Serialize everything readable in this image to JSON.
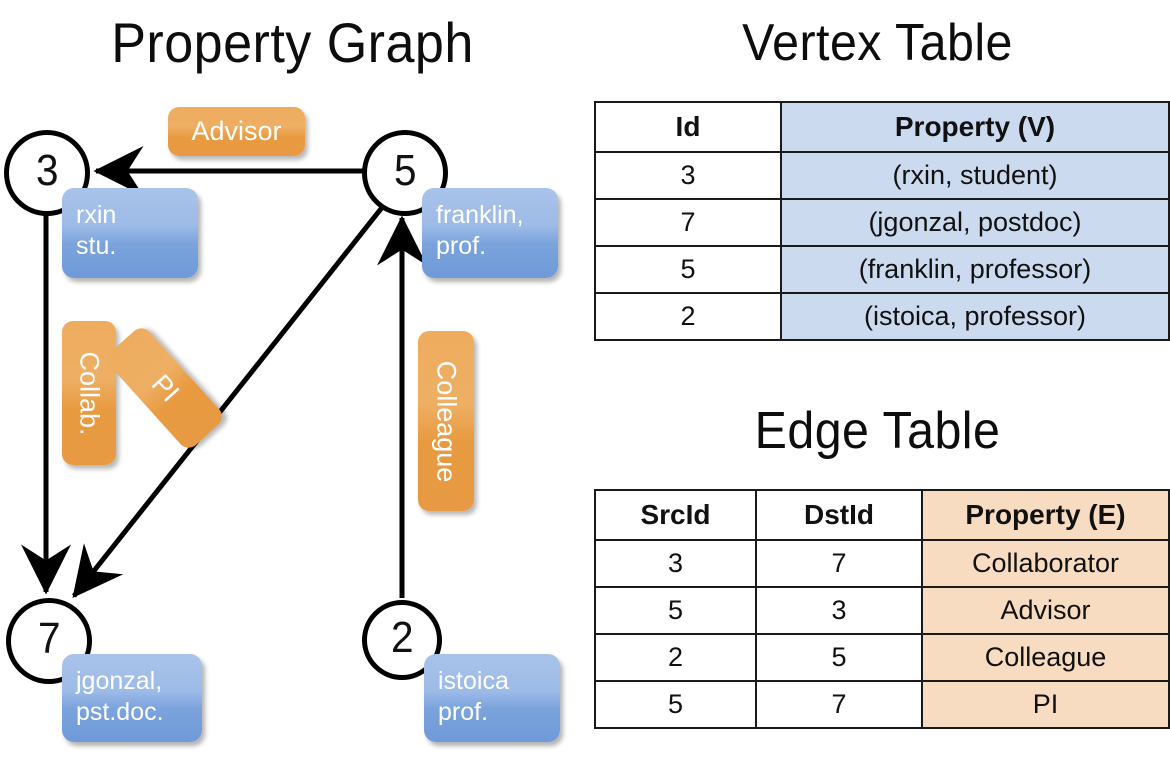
{
  "titles": {
    "property_graph": "Property Graph",
    "vertex_table": "Vertex Table",
    "edge_table": "Edge Table"
  },
  "graph": {
    "nodes": [
      {
        "id": "3",
        "property_lines": "rxin\nstu."
      },
      {
        "id": "5",
        "property_lines": "franklin,\nprof."
      },
      {
        "id": "7",
        "property_lines": "jgonzal,\npst.doc."
      },
      {
        "id": "2",
        "property_lines": "istoica\nprof."
      }
    ],
    "edge_labels": [
      {
        "name": "advisor",
        "text": "Advisor"
      },
      {
        "name": "collab",
        "text": "Collab."
      },
      {
        "name": "pi",
        "text": "PI"
      },
      {
        "name": "colleague",
        "text": "Colleague"
      }
    ],
    "edges": [
      {
        "src": "5",
        "dst": "3",
        "label": "Advisor"
      },
      {
        "src": "3",
        "dst": "7",
        "label": "Collab."
      },
      {
        "src": "5",
        "dst": "7",
        "label": "PI"
      },
      {
        "src": "2",
        "dst": "5",
        "label": "Colleague"
      }
    ]
  },
  "vertex_table": {
    "headers": [
      "Id",
      "Property (V)"
    ],
    "rows": [
      {
        "id": "3",
        "property": "(rxin, student)"
      },
      {
        "id": "7",
        "property": "(jgonzal, postdoc)"
      },
      {
        "id": "5",
        "property": "(franklin, professor)"
      },
      {
        "id": "2",
        "property": "(istoica, professor)"
      }
    ]
  },
  "edge_table": {
    "headers": [
      "SrcId",
      "DstId",
      "Property (E)"
    ],
    "rows": [
      {
        "src": "3",
        "dst": "7",
        "property": "Collaborator"
      },
      {
        "src": "5",
        "dst": "3",
        "property": "Advisor"
      },
      {
        "src": "2",
        "dst": "5",
        "property": "Colleague"
      },
      {
        "src": "5",
        "dst": "7",
        "property": "PI"
      }
    ]
  },
  "colors": {
    "vertex_header_fill": "#ccdaf0",
    "edge_header_fill": "#f7dcc1",
    "node_property_box": "#7ba3dc",
    "edge_label_box": "#e89a40",
    "stroke": "#000000"
  }
}
